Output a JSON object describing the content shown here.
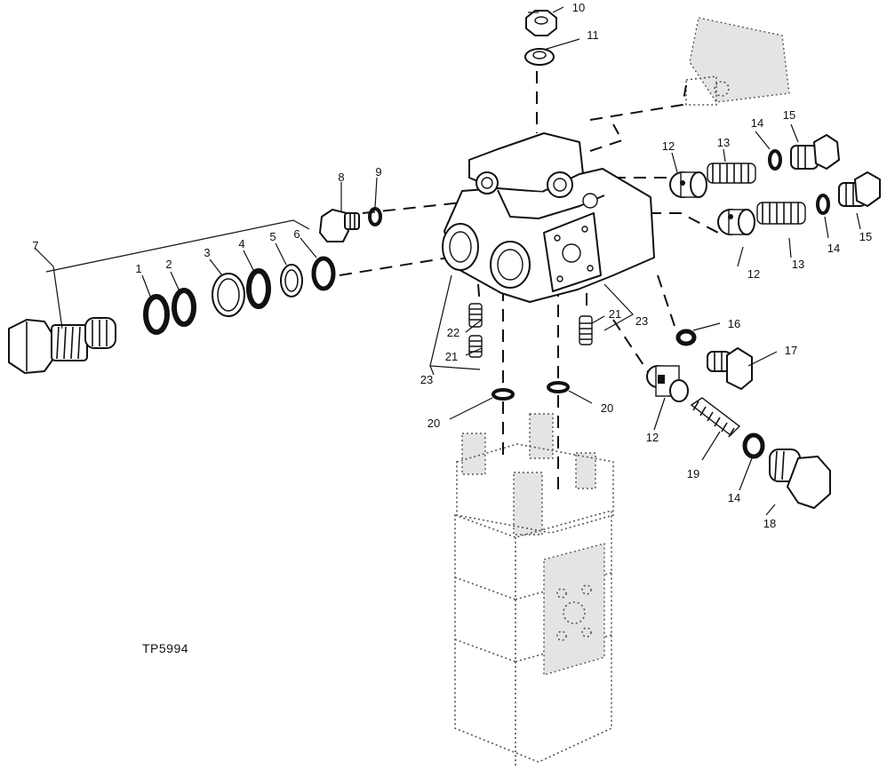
{
  "figure": {
    "reference_code": "TP5994"
  },
  "callouts": [
    {
      "id": "c1",
      "label": "1"
    },
    {
      "id": "c2",
      "label": "2"
    },
    {
      "id": "c3",
      "label": "3"
    },
    {
      "id": "c4",
      "label": "4"
    },
    {
      "id": "c5",
      "label": "5"
    },
    {
      "id": "c6",
      "label": "6"
    },
    {
      "id": "c7",
      "label": "7"
    },
    {
      "id": "c8",
      "label": "8"
    },
    {
      "id": "c9",
      "label": "9"
    },
    {
      "id": "c10",
      "label": "10"
    },
    {
      "id": "c11",
      "label": "11"
    },
    {
      "id": "c12a",
      "label": "12"
    },
    {
      "id": "c12b",
      "label": "12"
    },
    {
      "id": "c12c",
      "label": "12"
    },
    {
      "id": "c13a",
      "label": "13"
    },
    {
      "id": "c13b",
      "label": "13"
    },
    {
      "id": "c14a",
      "label": "14"
    },
    {
      "id": "c14b",
      "label": "14"
    },
    {
      "id": "c14c",
      "label": "14"
    },
    {
      "id": "c15a",
      "label": "15"
    },
    {
      "id": "c15b",
      "label": "15"
    },
    {
      "id": "c16",
      "label": "16"
    },
    {
      "id": "c17",
      "label": "17"
    },
    {
      "id": "c18",
      "label": "18"
    },
    {
      "id": "c19",
      "label": "19"
    },
    {
      "id": "c20a",
      "label": "20"
    },
    {
      "id": "c20b",
      "label": "20"
    },
    {
      "id": "c21a",
      "label": "21"
    },
    {
      "id": "c21b",
      "label": "21"
    },
    {
      "id": "c22",
      "label": "22"
    },
    {
      "id": "c23a",
      "label": "23"
    },
    {
      "id": "c23b",
      "label": "23"
    }
  ]
}
